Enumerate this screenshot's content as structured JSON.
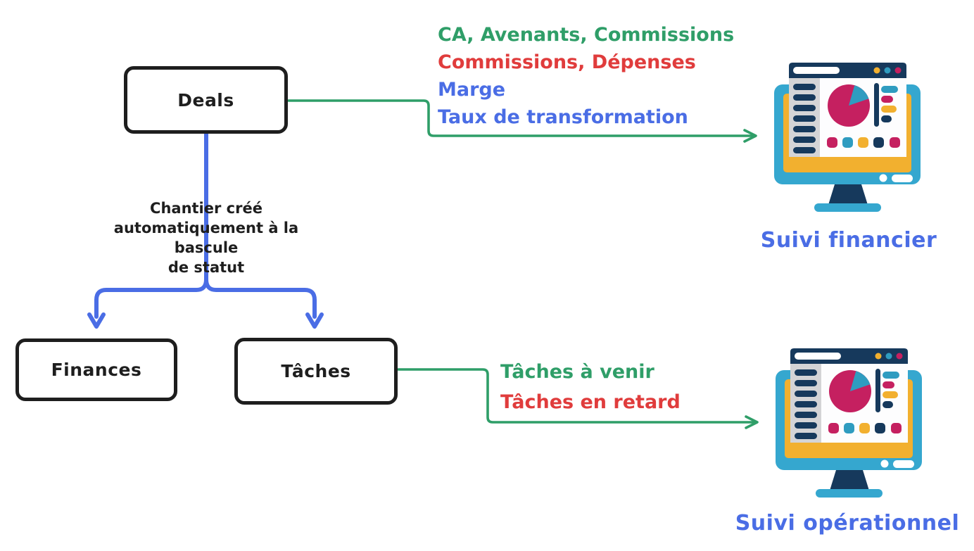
{
  "nodes": {
    "deals": {
      "label": "Deals"
    },
    "finances": {
      "label": "Finances"
    },
    "taches": {
      "label": "Tâches"
    }
  },
  "note": {
    "lines": [
      "Chantier créé",
      "automatiquement à la bascule",
      "de statut"
    ]
  },
  "financial_metrics": [
    {
      "text": "CA, Avenants, Commissions",
      "color": "#2f9e68"
    },
    {
      "text": "Commissions, Dépenses",
      "color": "#e03c3c"
    },
    {
      "text": "Marge",
      "color": "#4a6de5"
    },
    {
      "text": "Taux de transformation",
      "color": "#4a6de5"
    }
  ],
  "operational_metrics": [
    {
      "text": "Tâches à venir",
      "color": "#2f9e68"
    },
    {
      "text": "Tâches en retard",
      "color": "#e03c3c"
    }
  ],
  "outputs": {
    "financial": {
      "label": "Suivi financier"
    },
    "operational": {
      "label": "Suivi opérationnel"
    }
  },
  "icons": {
    "monitor_financial": "dashboard-monitor-illustration",
    "monitor_operational": "dashboard-monitor-illustration"
  },
  "colors": {
    "text_green": "#2f9e68",
    "text_red": "#e03c3c",
    "text_blue": "#4a6de5",
    "connector_green": "#2f9e68",
    "connector_blue": "#4a6de5",
    "node_border_black": "#1e1e1e",
    "monitor_frame_blue": "#35a7cf",
    "monitor_screen_yellow": "#f2b02f",
    "monitor_navy": "#16395c",
    "monitor_crimson": "#c52060",
    "monitor_cyan": "#2f9cc0",
    "browser_sidebar_gray": "#d4d4d6"
  }
}
